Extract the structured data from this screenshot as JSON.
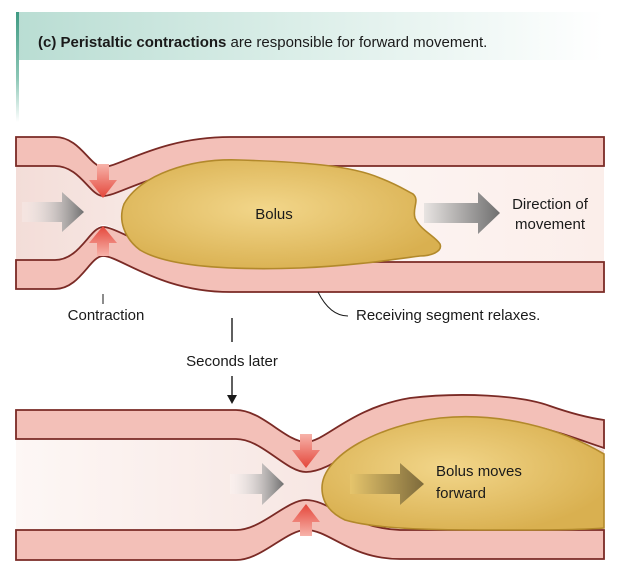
{
  "caption": {
    "label": "(c) Peristaltic contractions",
    "text": " are responsible for forward movement."
  },
  "panel_top": {
    "bolus_label": "Bolus",
    "direction_label_line1": "Direction of",
    "direction_label_line2": "movement",
    "contraction_label": "Contraction",
    "relax_label": "Receiving segment relaxes."
  },
  "transition_label": "Seconds later",
  "panel_bottom": {
    "bolus_label_line1": "Bolus moves",
    "bolus_label_line2": "forward"
  },
  "colors": {
    "wall_fill": "#f3c0b8",
    "wall_stroke": "#7a2a25",
    "lumen": "#fbf0ed",
    "bolus": "#e2c16b",
    "bolus_stroke": "#b2892b",
    "contraction_arrow": "#e8574a",
    "movement_arrow": "#7a7a7a"
  }
}
